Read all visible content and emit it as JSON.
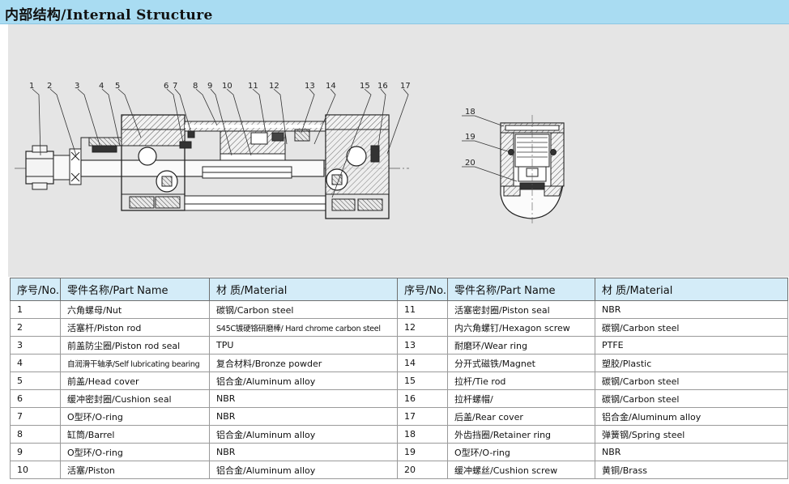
{
  "title": "内部结构/Internal Structure",
  "callouts_main": [
    "1",
    "2",
    "3",
    "4",
    "5",
    "6",
    "7",
    "8",
    "9",
    "10",
    "11",
    "12",
    "13",
    "14",
    "15",
    "16",
    "17"
  ],
  "callouts_detail": [
    "18",
    "19",
    "20"
  ],
  "table": {
    "headers": [
      "序号/No.",
      "零件名称/Part Name",
      "材 质/Material",
      "序号/No.",
      "零件名称/Part Name",
      "材 质/Material"
    ],
    "left": [
      {
        "no": "1",
        "name": "六角螺母/Nut",
        "material": "碳钢/Carbon steel"
      },
      {
        "no": "2",
        "name": "活塞杆/Piston rod",
        "material": "S45C镀硬铬研磨棒/ Hard chrome carbon steel"
      },
      {
        "no": "3",
        "name": "前盖防尘圈/Piston rod seal",
        "material": "TPU"
      },
      {
        "no": "4",
        "name": "自润滑干轴承/Self lubricating bearing",
        "material": "复合材料/Bronze powder"
      },
      {
        "no": "5",
        "name": "前盖/Head cover",
        "material": "铝合金/Aluminum alloy"
      },
      {
        "no": "6",
        "name": "缓冲密封圈/Cushion seal",
        "material": "NBR"
      },
      {
        "no": "7",
        "name": "O型环/O-ring",
        "material": "NBR"
      },
      {
        "no": "8",
        "name": "缸筒/Barrel",
        "material": "铝合金/Aluminum alloy"
      },
      {
        "no": "9",
        "name": "O型环/O-ring",
        "material": "NBR"
      },
      {
        "no": "10",
        "name": "活塞/Piston",
        "material": "铝合金/Aluminum alloy"
      }
    ],
    "right": [
      {
        "no": "11",
        "name": "活塞密封圈/Piston seal",
        "material": "NBR"
      },
      {
        "no": "12",
        "name": "内六角螺钉/Hexagon screw",
        "material": "碳钢/Carbon steel"
      },
      {
        "no": "13",
        "name": "耐磨环/Wear ring",
        "material": "PTFE"
      },
      {
        "no": "14",
        "name": "分开式磁铁/Magnet",
        "material": "塑胶/Plastic"
      },
      {
        "no": "15",
        "name": "拉杆/Tie rod",
        "material": "碳钢/Carbon steel"
      },
      {
        "no": "16",
        "name": "拉杆螺帽/",
        "material": "碳钢/Carbon steel"
      },
      {
        "no": "17",
        "name": "后盖/Rear cover",
        "material": "铝合金/Aluminum alloy"
      },
      {
        "no": "18",
        "name": "外齿挡圈/Retainer ring",
        "material": "弹簧钢/Spring steel"
      },
      {
        "no": "19",
        "name": "O型环/O-ring",
        "material": "NBR"
      },
      {
        "no": "20",
        "name": "缓冲螺丝/Cushion screw",
        "material": "黄铜/Brass"
      }
    ]
  }
}
